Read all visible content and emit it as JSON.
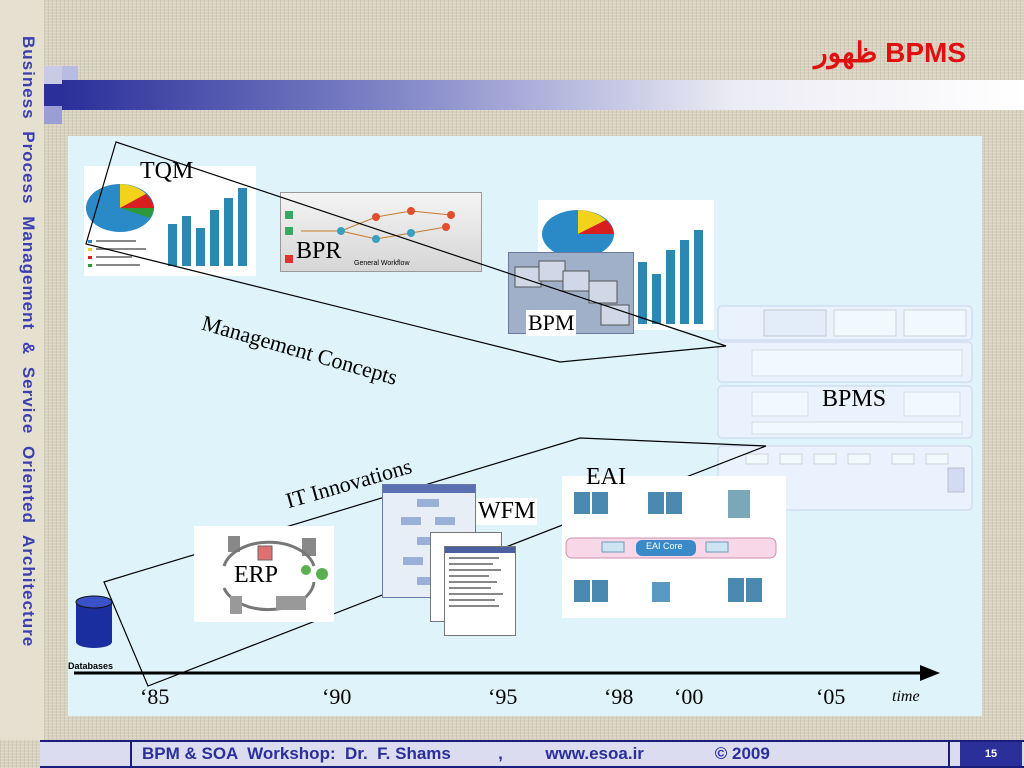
{
  "sidebar": {
    "vertical_title": "Business  Process  Management  &  Service  Oriented  Architecture"
  },
  "header": {
    "title": "BPMS ظهور"
  },
  "diagram": {
    "tqm_label": "TQM",
    "bpr_label": "BPR",
    "bpr_caption": "General Workflow",
    "bpm_label": "BPM",
    "bpms_label": "BPMS",
    "management_concepts": "Management Concepts",
    "it_innovations": "IT Innovations",
    "eai_label": "EAI",
    "eai_core": "EAI Core",
    "wfm_label": "WFM",
    "erp_label": "ERP",
    "databases_label": "Databases",
    "timeline": {
      "years": [
        "‘85",
        "‘90",
        "‘95",
        "‘98",
        "‘00",
        "‘05"
      ],
      "axis_label": "time"
    }
  },
  "footer": {
    "text": "BPM & SOA  Workshop:  Dr.  F. Shams          ,         www.esoa.ir               © 2009",
    "page_number": "15"
  }
}
